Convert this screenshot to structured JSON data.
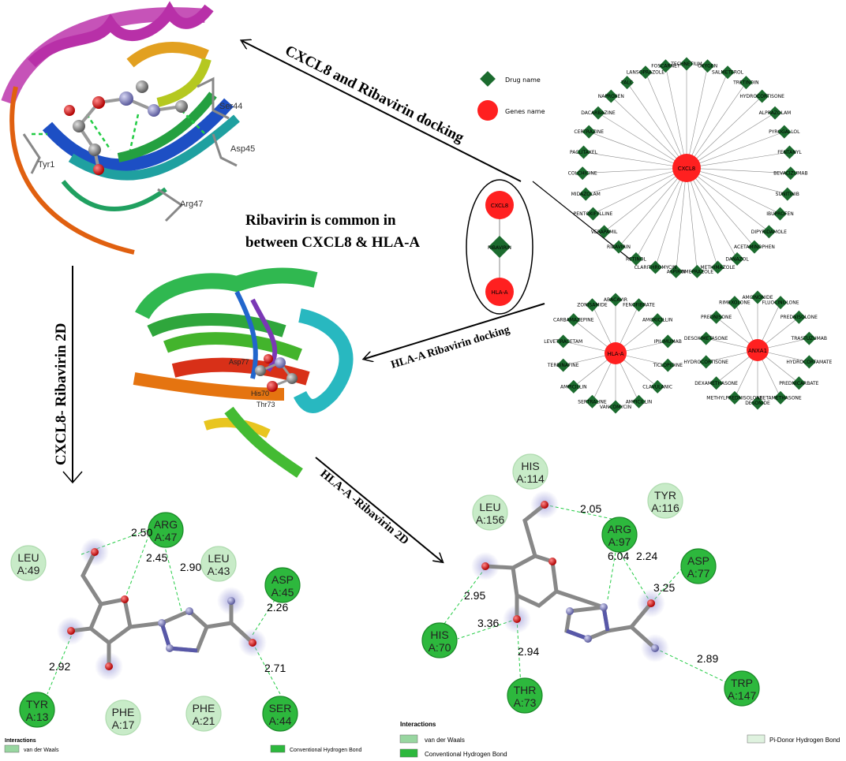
{
  "colors": {
    "drug": "#1b6b2e",
    "gene": "#ff2020",
    "vdw": "#98d6a0",
    "vdw_light": "#c8ebc8",
    "conventional_hbond": "#2db83d",
    "pi_donor": "#dff2df",
    "atom_carbon": "#888888",
    "atom_oxygen": "#e02020",
    "atom_nitrogen": "#8c8cc8"
  },
  "panels": {
    "cxcl8_docking_label": "CXCL8 and Ribavirin docking",
    "hla_docking_label": "HLA-A Ribavirin docking",
    "cxcl8_2d_label": "CXCL8- Ribavirin 2D",
    "hla_2d_label": "HLA-A -Ribavirin 2D",
    "common_line1": "Ribavirin is common in",
    "common_line2": "between CXCL8 & HLA-A"
  },
  "structure_labels": {
    "ser44": "Ser44",
    "asp45": "Asp45",
    "arg47": "Arg47",
    "tyr13": "Tyr1",
    "hla_a": "Asp77",
    "hla_b": "His70",
    "hla_c": "Thr73"
  },
  "network": {
    "legend_drug": "Drug name",
    "legend_gene": "Genes name",
    "zoom_top": "CXCL8",
    "zoom_mid": "RIBAVIRIN",
    "zoom_bottom": "HLA-A",
    "cxcl8_hub": "CXCL8",
    "hla_hub": "HLA-A",
    "anxa1_hub": "ANXA1",
    "cxcl8_drugs": [
      "TECHNETIUM",
      "OXYGEN",
      "SALMETEROL",
      "TRETINOIN",
      "HYDROCORTISONE",
      "ALPRAZOLAM",
      "PYROGALLOL",
      "FENTANYL",
      "BEVACIZUMAB",
      "SUNITINIB",
      "IBUPROFEN",
      "DIPYRIDAMOLE",
      "ACETAMINOPHEN",
      "DANAZOL",
      "METHIMAZOLE",
      "OMEPRAZOLE",
      "ASPIRIN",
      "CLARITHROMYCIN",
      "RETINOL",
      "RIBAVIRIN",
      "VERAPAMIL",
      "PENTOXIFYLLINE",
      "MIDAZOLAM",
      "COLCHICINE",
      "PACLITAXEL",
      "CERTRAZINE",
      "DACARBAZINE",
      "NAPROXEN",
      "TALC",
      "LANSOPRAZOLE",
      "FOSCARNET"
    ],
    "hla_drugs": [
      "ABACAVIR",
      "FENOFIBRATE",
      "AMOXICILLIN",
      "IPILIMUMAB",
      "TICLOPIDINE",
      "CLAVULANIC",
      "AMPICILLIN",
      "VANCOMYCIN",
      "SERTRALINE",
      "AMPICILLIN",
      "TERBINAFINE",
      "LEVETIRACETAM",
      "CARBAMAZEPINE",
      "ZONISAMIDE"
    ],
    "anxa1_drugs": [
      "AMCINONIDE",
      "FLUOCINOLONE",
      "PREDNISOLONE",
      "TRASTUZUMAB",
      "HYDROCORTAMATE",
      "PREDNICARBATE",
      "BETAMETHASONE",
      "DESONIDE",
      "METHYLPREDNISOLONE",
      "DEXAMETHASONE",
      "HYDROCORTISONE",
      "DESOXIMETASONE",
      "PREDNISONE",
      "RIMEXOLONE"
    ]
  },
  "cxcl8_2d": {
    "residues": [
      {
        "id": "LEU",
        "num": "A:49",
        "type": "vdw"
      },
      {
        "id": "ARG",
        "num": "A:47",
        "type": "hbond"
      },
      {
        "id": "LEU",
        "num": "A:43",
        "type": "vdw"
      },
      {
        "id": "ASP",
        "num": "A:45",
        "type": "hbond"
      },
      {
        "id": "TYR",
        "num": "A:13",
        "type": "hbond"
      },
      {
        "id": "PHE",
        "num": "A:17",
        "type": "vdw"
      },
      {
        "id": "PHE",
        "num": "A:21",
        "type": "vdw"
      },
      {
        "id": "SER",
        "num": "A:44",
        "type": "hbond"
      }
    ],
    "distances": [
      "2.50",
      "2.45",
      "2.90",
      "2.26",
      "2.92",
      "2.71"
    ],
    "legend_title": "Interactions",
    "legend_vdw": "van der Waals",
    "legend_hbond": "Conventional Hydrogen Bond"
  },
  "hla_2d": {
    "residues": [
      {
        "id": "HIS",
        "num": "A:114",
        "type": "vdw"
      },
      {
        "id": "LEU",
        "num": "A:156",
        "type": "vdw"
      },
      {
        "id": "TYR",
        "num": "A:116",
        "type": "vdw"
      },
      {
        "id": "ARG",
        "num": "A:97",
        "type": "hbond"
      },
      {
        "id": "ASP",
        "num": "A:77",
        "type": "hbond"
      },
      {
        "id": "HIS",
        "num": "A:70",
        "type": "hbond"
      },
      {
        "id": "THR",
        "num": "A:73",
        "type": "hbond"
      },
      {
        "id": "TRP",
        "num": "A:147",
        "type": "hbond"
      }
    ],
    "distances": [
      "2.05",
      "6.04",
      "2.24",
      "3.25",
      "2.95",
      "3.36",
      "2.94",
      "2.89"
    ],
    "legend_title": "Interactions",
    "legend_vdw": "van der Waals",
    "legend_hbond": "Conventional Hydrogen Bond",
    "legend_pi": "Pi-Donor Hydrogen Bond"
  }
}
